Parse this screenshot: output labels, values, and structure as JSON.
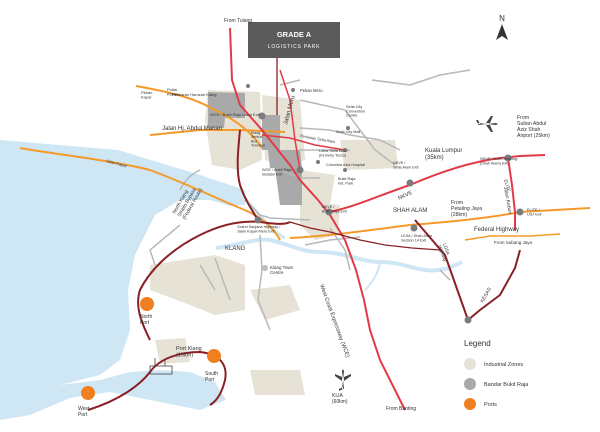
{
  "title_box": {
    "line1": "GRADE A",
    "line2": "LOGISTICS PARK"
  },
  "compass": {
    "label": "N"
  },
  "labels": {
    "from_tulang": "From Tulang",
    "pulau_ketam_inset": "Pulau\nKetam",
    "persiaran_hamzah": "Persiaran Hamzah Klang",
    "pekan_kapar": "Pekan\nKapar",
    "wce_bukit_raja_utara": "WCE / Bukit Raja Utara Exit",
    "jalan_hj_abdul_manan": "Jalan Hj. Abdul Manan",
    "jalan_kapar": "Jalan Kapar",
    "pekan_meru": "Pekan Meru",
    "jalan_meru": "Jalan Meru",
    "klang_sentral": "Klang\nSentral\nBus\nTerminal",
    "setia_city_centre": "Setia City\nConvention\nCentre",
    "setia_city_mall": "Setia City Mall",
    "persiaran_setia_alam": "Persiaran Setia Alam",
    "lotus_setia_alam": "Lotus Setia Alam\n(formerly Tesco)",
    "columbia_asia": "Columbia Asia Hospital",
    "wce_bukit_raja_selatan": "WCE / Bukit Raja\nSelatan Exit",
    "bukit_raja_ind_park": "Bukit Raja\nInd. Park",
    "nkve_setia_alam_exit": "NKVE /\nSetia Alam Exit",
    "nkve_bukit_jelutong": "NKVE / Bukit Jelutong\n(Shah Alam) Exit",
    "nkve_bukit_raja_exit": "NKVE /\nBukit Raja Exit",
    "nkve": "NKVE",
    "shah_alam": "SHAH ALAM",
    "kuala_lumpur": "Kuala Lumpur\n(35km)",
    "airport": "From\nSultan Abdul\nAziz Shah\nAirport (25km)",
    "jalan_kebun": "Jalan Kebun",
    "from_petaling_jaya": "From\nPetaling Jaya\n(28km)",
    "federal_highway": "Federal Highway",
    "elite": "ELITE",
    "elite_usj": "ELITE /\nUSJ Exit",
    "from_subang_jaya": "From Subang Jaya",
    "kesas": "KESAS",
    "ldsa_highway": "LDSA\nHighway",
    "ldsa_shah_alam": "LKSA / Shah Alam\nSection 14 Exit",
    "north_klang_straits": "North Klang\nStraits Bypass\n(Federal Route)",
    "grand_saujana": "Grand Saujana Highway /\nJalan Kapar-Meru Exit",
    "klang": "KLANG",
    "klang_town_centre": "Klang Town\nCentre",
    "north_port": "North\nPort",
    "port_klang": "Port Klang\n(15km)",
    "south_port": "South\nPort",
    "west_port": "West\nPort",
    "wce": "West Coast Expressway (WCE)",
    "klia": "KLIA\n(60km)",
    "from_banting": "From Banting"
  },
  "legend": {
    "title": "Legend",
    "items": [
      {
        "label": "Industrial Zones",
        "color": "#e6e2d6"
      },
      {
        "label": "Bandar Bukit Raja",
        "color": "#a9a9a9"
      },
      {
        "label": "Ports",
        "color": "#f07f1f"
      }
    ]
  },
  "colors": {
    "river": "#cfe6f4",
    "industrial": "#e6e2d6",
    "bukit_raja": "#a9a9a9",
    "port": "#f07f1f",
    "highway_red": "#e23a47",
    "highway_maroon": "#8a1f25",
    "highway_orange": "#f39a2b",
    "road_grey": "#b8b8b8",
    "title_box": "#5a5a5a"
  }
}
